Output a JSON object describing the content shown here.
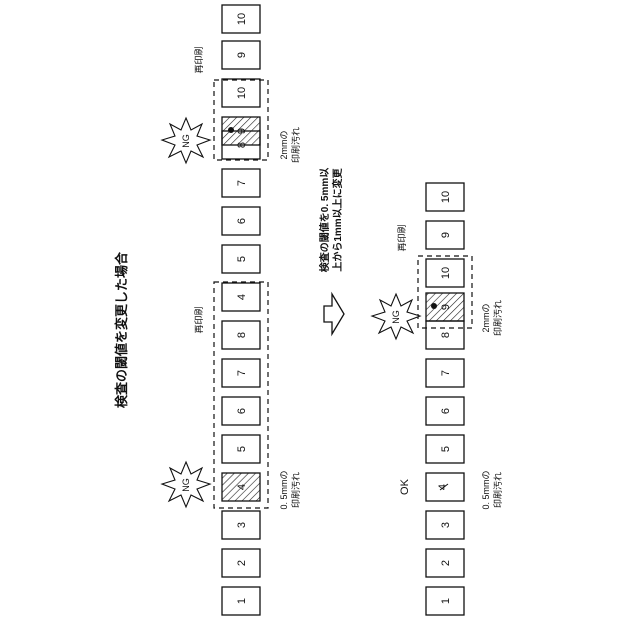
{
  "title": "検査の閾値を変更した場合",
  "top_row": {
    "boxes": [
      "1",
      "2",
      "3",
      "4",
      "5",
      "6",
      "7",
      "8",
      "4",
      "5",
      "6",
      "7",
      "8",
      "9",
      "10",
      "9",
      "10"
    ],
    "hatched_box": "4",
    "ng_label": "NG",
    "reprint_label": "再印刷",
    "note_small": [
      "0. 5mmの",
      "印刷汚れ"
    ],
    "ng2_label": "NG",
    "reprint2_label": "再印刷",
    "note_large": [
      "2mmの",
      "印刷汚れ"
    ]
  },
  "arrow_note": [
    "検査の閾値を0. 5mm以",
    "上から1mm以上に変更"
  ],
  "bottom_row": {
    "boxes": [
      "1",
      "2",
      "3",
      "4",
      "5",
      "6",
      "7",
      "8",
      "9",
      "10",
      "9",
      "10"
    ],
    "ok_label": "OK",
    "note_small": [
      "0. 5mmの",
      "印刷汚れ"
    ],
    "ng_label": "NG",
    "reprint_label": "再印刷",
    "note_large": [
      "2mmの",
      "印刷汚れ"
    ]
  }
}
